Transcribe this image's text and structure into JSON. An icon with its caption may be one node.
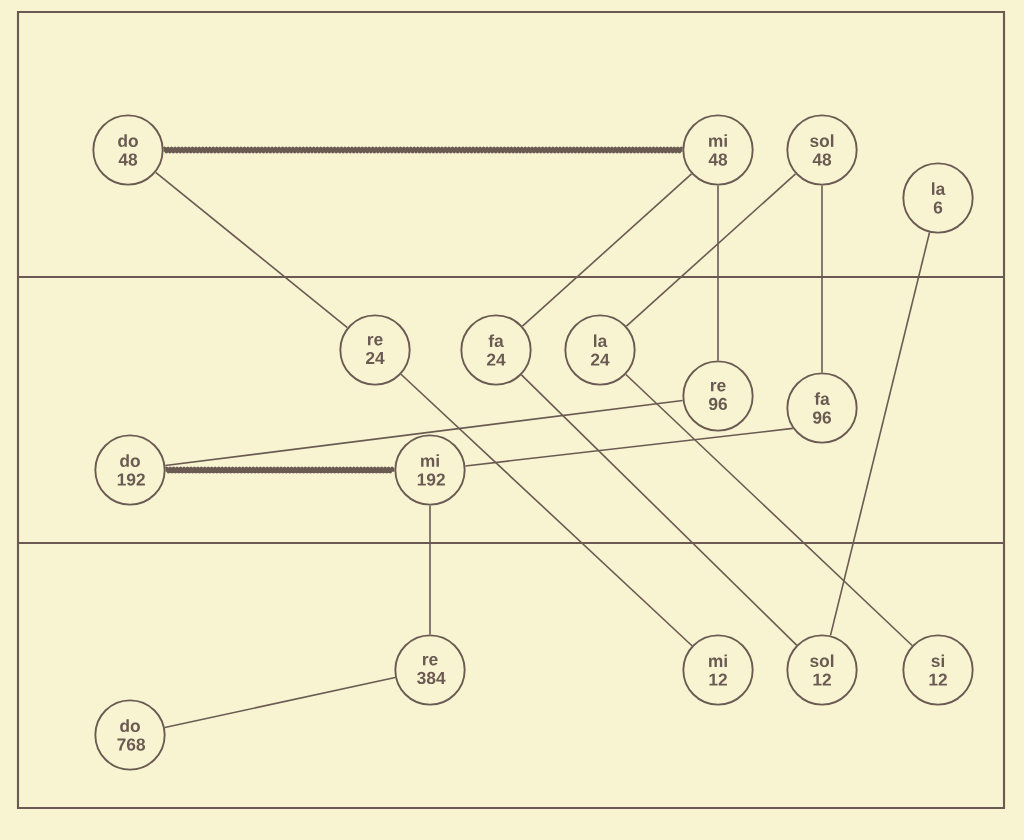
{
  "diagram": {
    "nodes": [
      {
        "text": [
          "do 48"
        ]
      },
      {
        "text": [
          "mi 48"
        ]
      },
      {
        "text": [
          "sol 48"
        ]
      },
      {
        "text": [
          "la 6"
        ]
      },
      {
        "text": [
          "re 24"
        ]
      },
      {
        "text": [
          "fa 24"
        ]
      },
      {
        "text": [
          "la 24"
        ]
      },
      {
        "text": [
          "re 96"
        ]
      },
      {
        "text": [
          "fa 96"
        ]
      },
      {
        "text": [
          "do 192"
        ]
      },
      {
        "text": [
          "mi 192"
        ]
      },
      {
        "text": [
          "re 384"
        ]
      },
      {
        "text": [
          "mi 12"
        ]
      },
      {
        "text": [
          "sol 12"
        ]
      },
      {
        "text": [
          "si 12"
        ]
      },
      {
        "text": [
          "do 768"
        ]
      }
    ],
    "edges": [
      {
        "from": 0,
        "to": 1,
        "arrow": "none",
        "style": "thick"
      },
      {
        "from": 0,
        "to": 4,
        "arrow": "none"
      },
      {
        "from": 1,
        "to": 5,
        "arrow": "none"
      },
      {
        "from": 1,
        "to": 7,
        "arrow": "none"
      },
      {
        "from": 2,
        "to": 6,
        "arrow": "none"
      },
      {
        "from": 2,
        "to": 8,
        "arrow": "none"
      },
      {
        "from": 3,
        "to": 13,
        "arrow": "none"
      },
      {
        "from": 4,
        "to": 12,
        "arrow": "none"
      },
      {
        "from": 5,
        "to": 13,
        "arrow": "none"
      },
      {
        "from": 6,
        "to": 14,
        "arrow": "none"
      },
      {
        "from": 7,
        "to": 9,
        "arrow": "none"
      },
      {
        "from": 8,
        "to": 10,
        "arrow": "none"
      },
      {
        "from": 9,
        "to": 10,
        "arrow": "none",
        "style": "thick"
      },
      {
        "from": 10,
        "to": 11,
        "arrow": "none"
      },
      {
        "from": 11,
        "to": 15,
        "arrow": "none"
      }
    ]
  }
}
